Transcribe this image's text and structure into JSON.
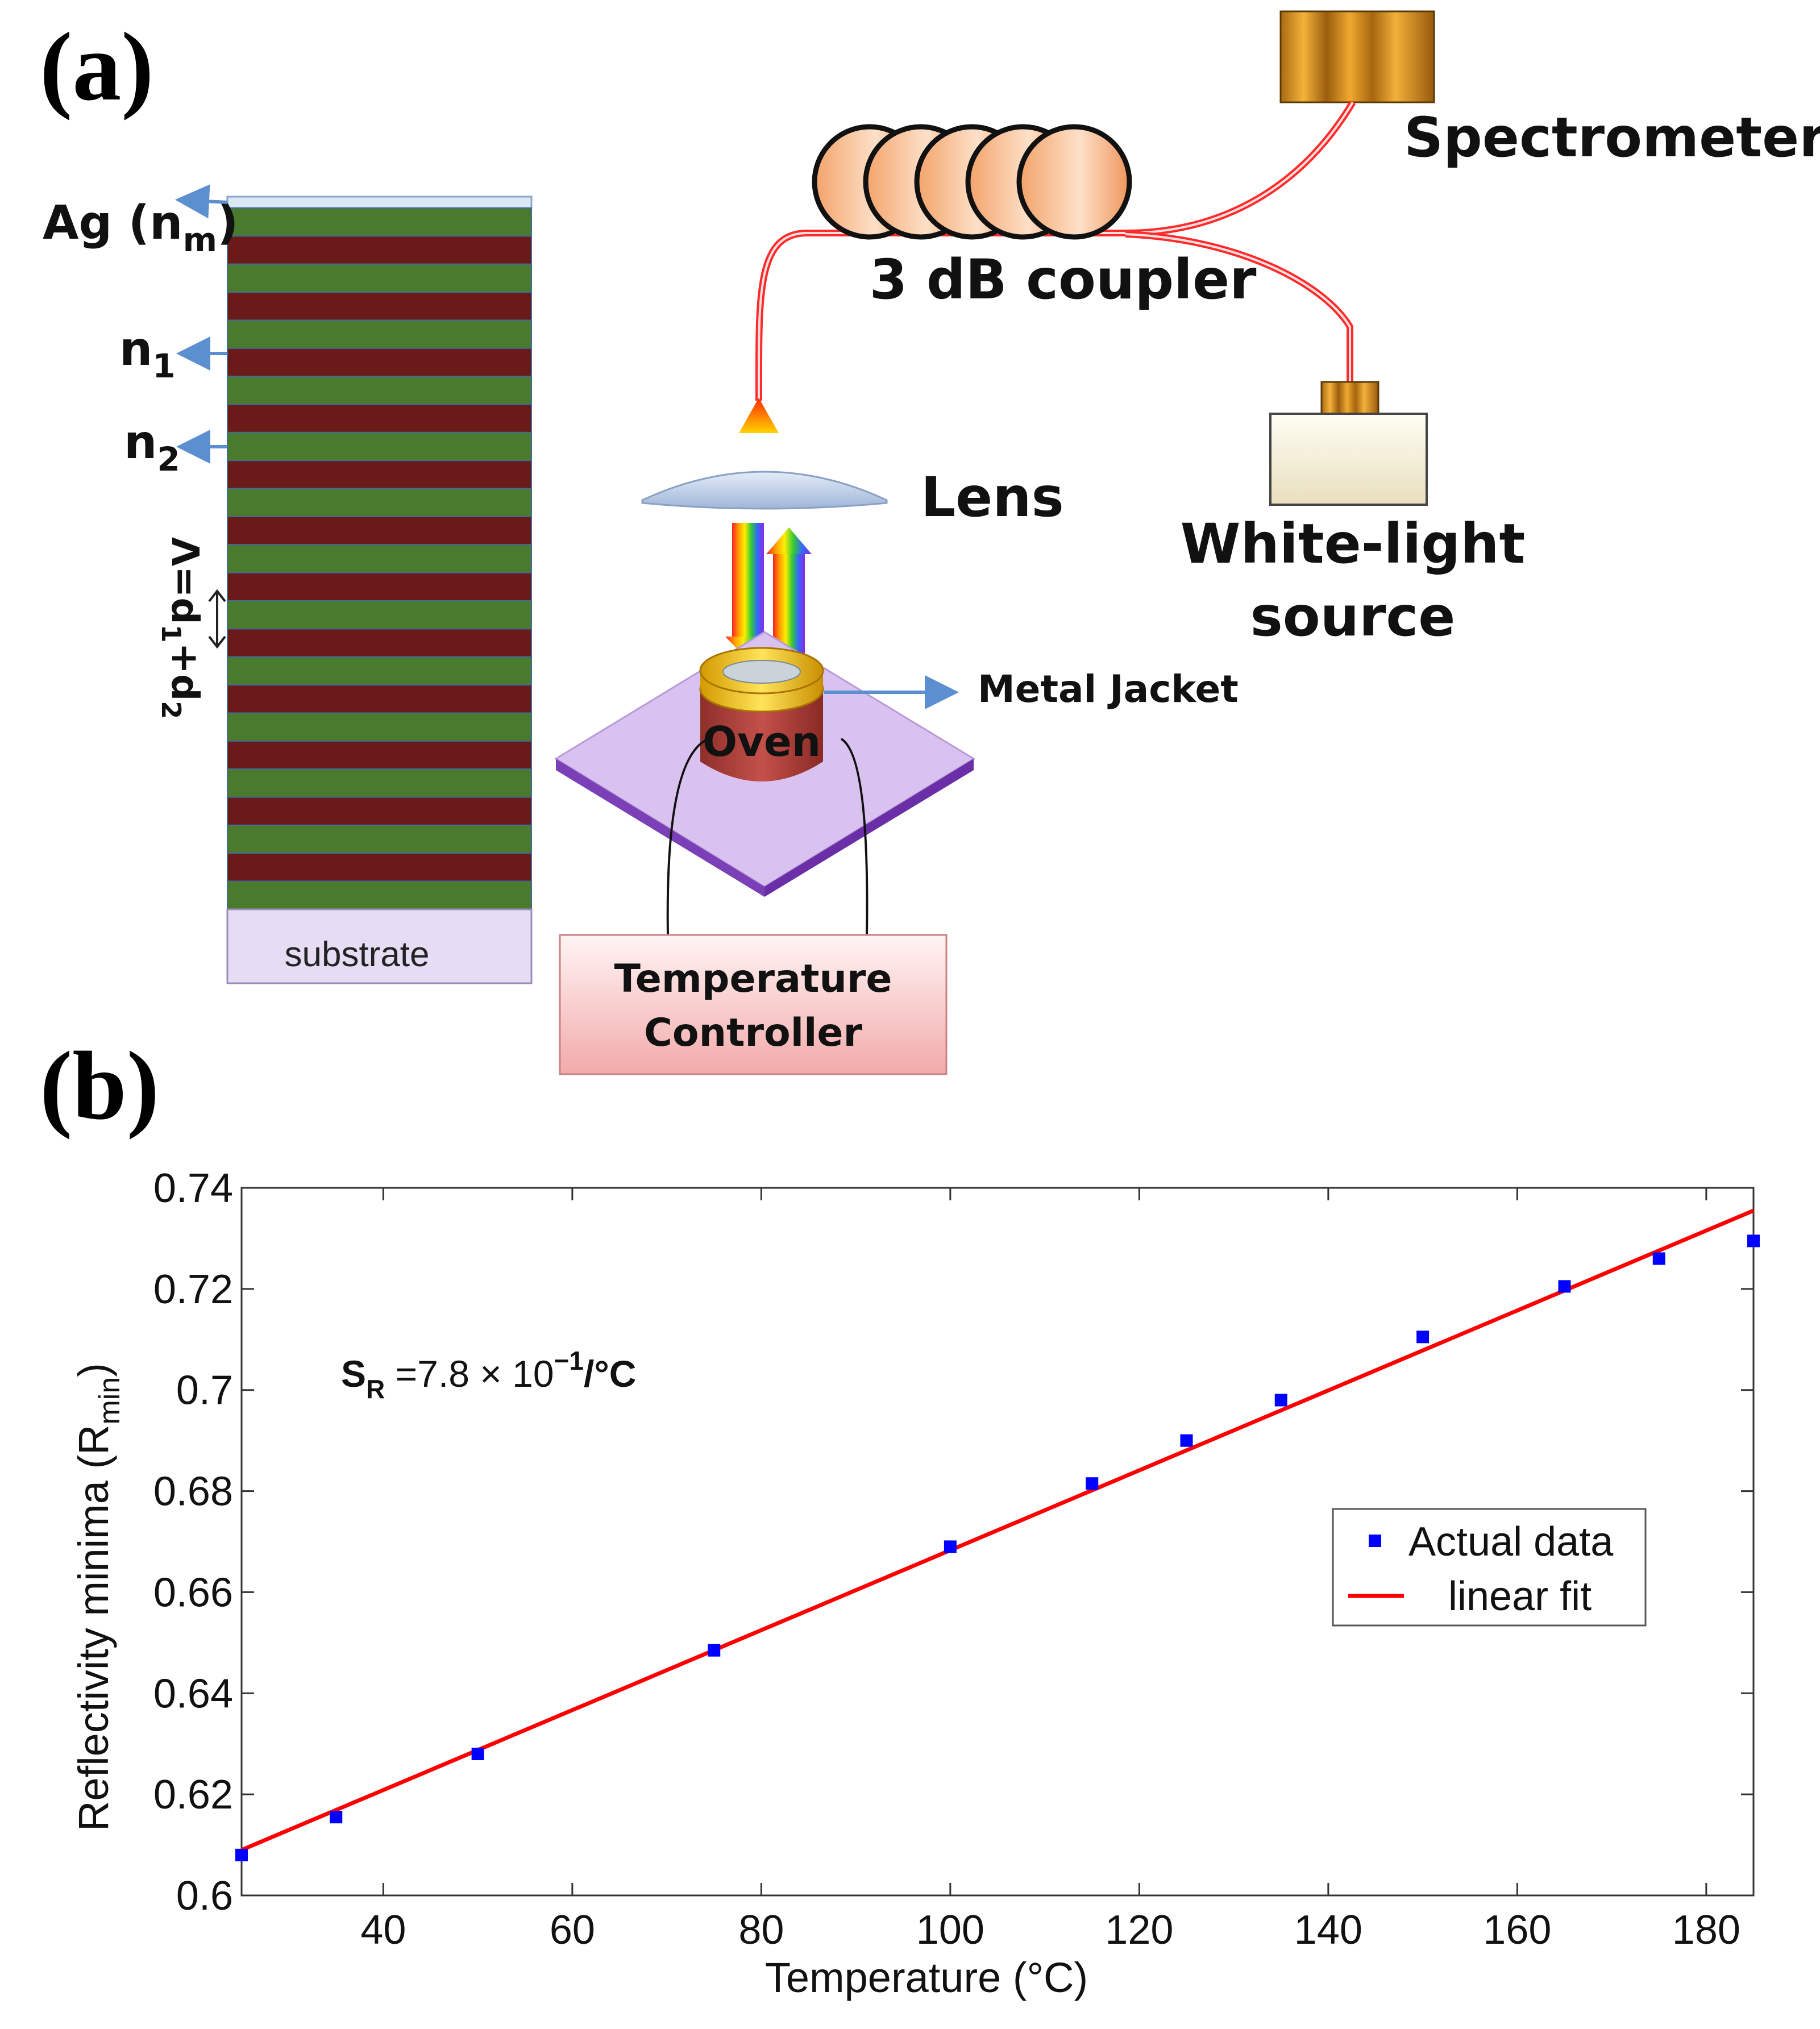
{
  "panel_a": {
    "label": "(a)",
    "stack": {
      "metal_label_main": "Ag (n",
      "metal_label_sub": "m",
      "metal_label_close": ")",
      "n1_main": "n",
      "n1_sub": "1",
      "n2_main": "n",
      "n2_sub": "2",
      "period_main": "Λ=d",
      "period_sub1": "1",
      "period_mid": "+d",
      "period_sub2": "2",
      "substrate": "substrate"
    },
    "setup": {
      "spectrometer": "Spectrometer",
      "coupler": "3 dB coupler",
      "lens": "Lens",
      "white_light_line1": "White-light",
      "white_light_line2": "source",
      "metal_jacket": "Metal Jacket",
      "oven": "Oven",
      "temp_controller_line1": "Temperature",
      "temp_controller_line2": "Controller"
    }
  },
  "panel_b": {
    "label": "(b)",
    "annotation": {
      "prefix": "S",
      "prefix_sub": "R",
      "value": " =7.8 × 10",
      "exponent": "−1",
      "unit": "/°C"
    }
  },
  "chart_data": {
    "type": "scatter",
    "xlabel": "Temperature (°C)",
    "ylabel_main": "Reflectivity minima (R",
    "ylabel_sub": "min",
    "ylabel_close": ")",
    "xlim": [
      25,
      185
    ],
    "ylim": [
      0.6,
      0.74
    ],
    "x_ticks": [
      40,
      60,
      80,
      100,
      120,
      140,
      160,
      180
    ],
    "y_ticks": [
      0.6,
      0.62,
      0.64,
      0.66,
      0.68,
      0.7,
      0.72,
      0.74
    ],
    "y_tick_labels": [
      "0.6",
      "0.62",
      "0.64",
      "0.66",
      "0.68",
      "0.7",
      "0.72",
      "0.74"
    ],
    "legend_position": "right",
    "series": [
      {
        "name": "Actual data",
        "kind": "points",
        "color": "#0000ff",
        "x": [
          25,
          35,
          50,
          75,
          100,
          115,
          125,
          135,
          150,
          165,
          175,
          185
        ],
        "y": [
          0.608,
          0.6155,
          0.628,
          0.6485,
          0.669,
          0.6815,
          0.69,
          0.698,
          0.7105,
          0.7205,
          0.726,
          0.7295
        ]
      },
      {
        "name": "linear fit",
        "kind": "line",
        "color": "#ff0000",
        "x": [
          25,
          185
        ],
        "y": [
          0.609,
          0.7355
        ]
      }
    ]
  }
}
